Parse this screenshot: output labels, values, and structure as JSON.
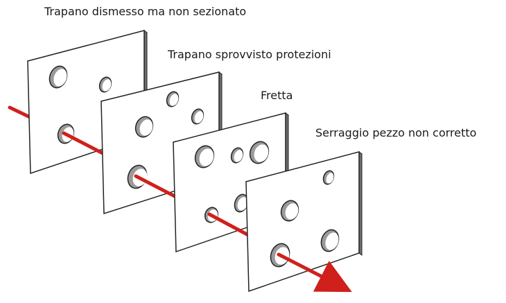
{
  "diagram": {
    "layers": [
      {
        "label": "Trapano dismesso ma non sezionato"
      },
      {
        "label": "Trapano sprovvisto protezioni"
      },
      {
        "label": "Fretta"
      },
      {
        "label": "Serraggio pezzo non corretto"
      }
    ],
    "colors": {
      "arrow": "#d0201c",
      "plate_face": "#ffffff",
      "plate_edge": "#8f8f8f",
      "plate_stroke": "#222222",
      "hole_inner": "#9a9a9a"
    }
  }
}
